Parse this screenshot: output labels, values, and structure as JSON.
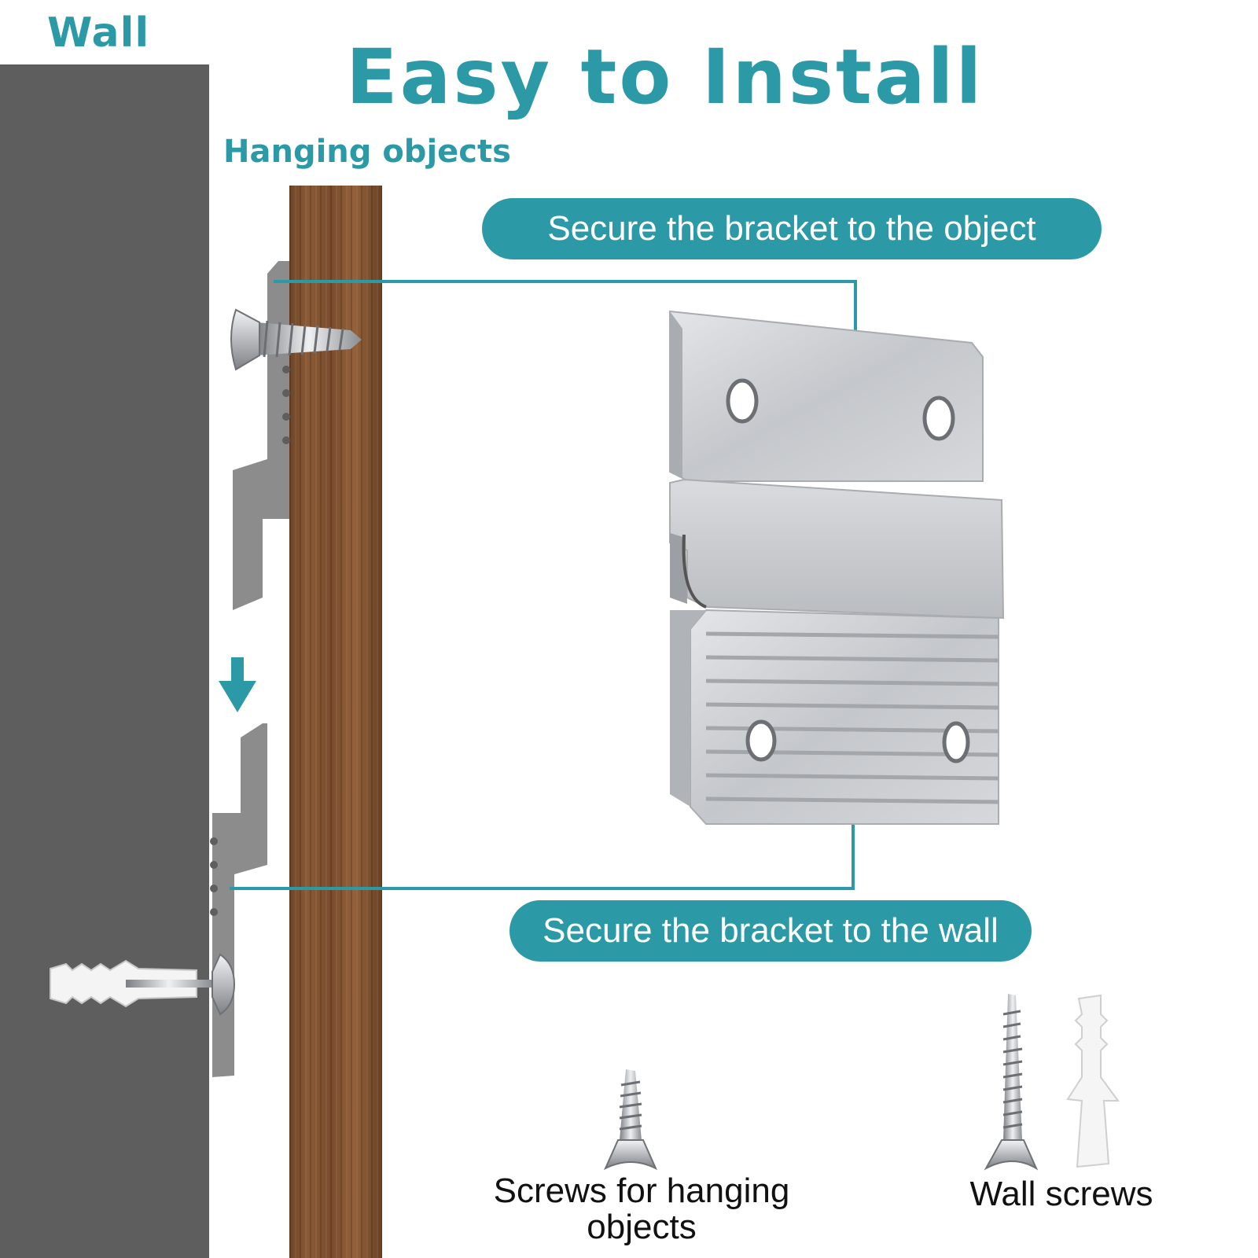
{
  "wall_label": "Wall",
  "title": "Easy to Install",
  "subtitle": "Hanging objects",
  "callout_object": "Secure the bracket to the object",
  "callout_wall": "Secure the bracket to the wall",
  "caption_hanging_screws": "Screws for hanging objects",
  "caption_wall_screws": "Wall screws",
  "colors": {
    "accent": "#2c9aa6",
    "wall": "#5e5e5e",
    "wood": "#7a4c2c",
    "bracket": "#c9ccd0",
    "bracket_side": "#8a8a8a"
  },
  "icons": [
    "down-arrow-icon",
    "screw-icon",
    "wall-anchor-icon",
    "z-bracket-icon"
  ]
}
